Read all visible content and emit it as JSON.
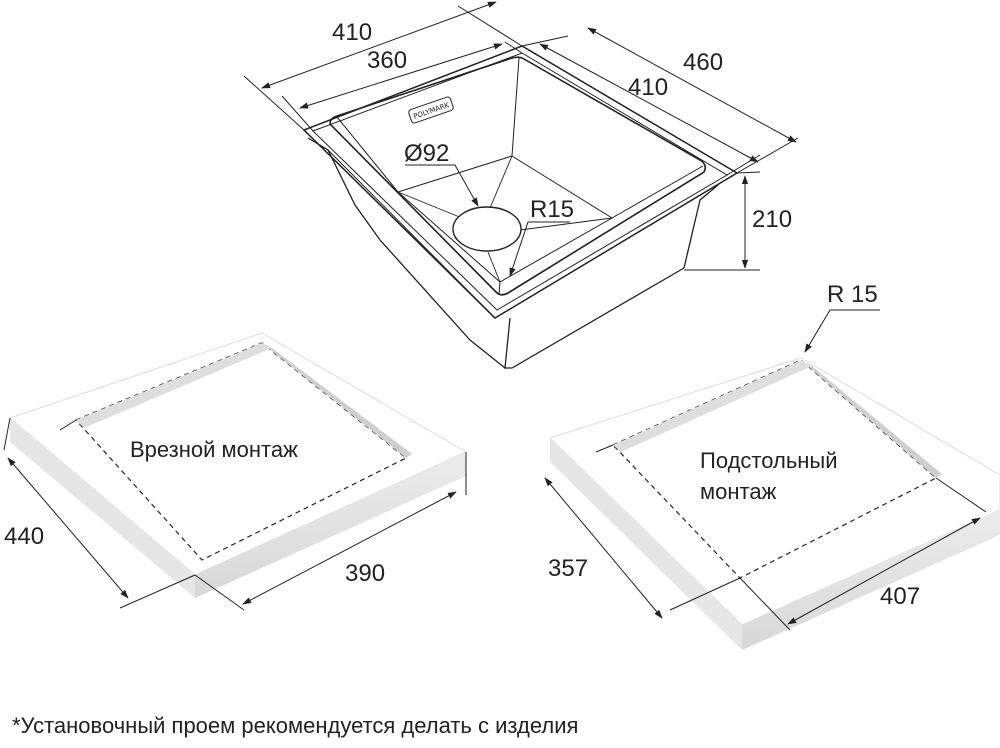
{
  "sink": {
    "brand_plate": "POLYMARK",
    "dims": {
      "outer_width": "410",
      "inner_width": "360",
      "outer_depth": "460",
      "inner_depth": "410",
      "height": "210",
      "drain_diameter": "Ø92",
      "corner_radius": "R15"
    }
  },
  "flush_mount": {
    "title": "Врезной монтаж",
    "side_dim": "440",
    "front_dim": "390"
  },
  "undermount": {
    "title_line1": "Подстольный",
    "title_line2": "монтаж",
    "radius": "R 15",
    "side_dim": "357",
    "front_dim": "407"
  },
  "footnote": "*Установочный проем рекомендуется делать с изделия"
}
